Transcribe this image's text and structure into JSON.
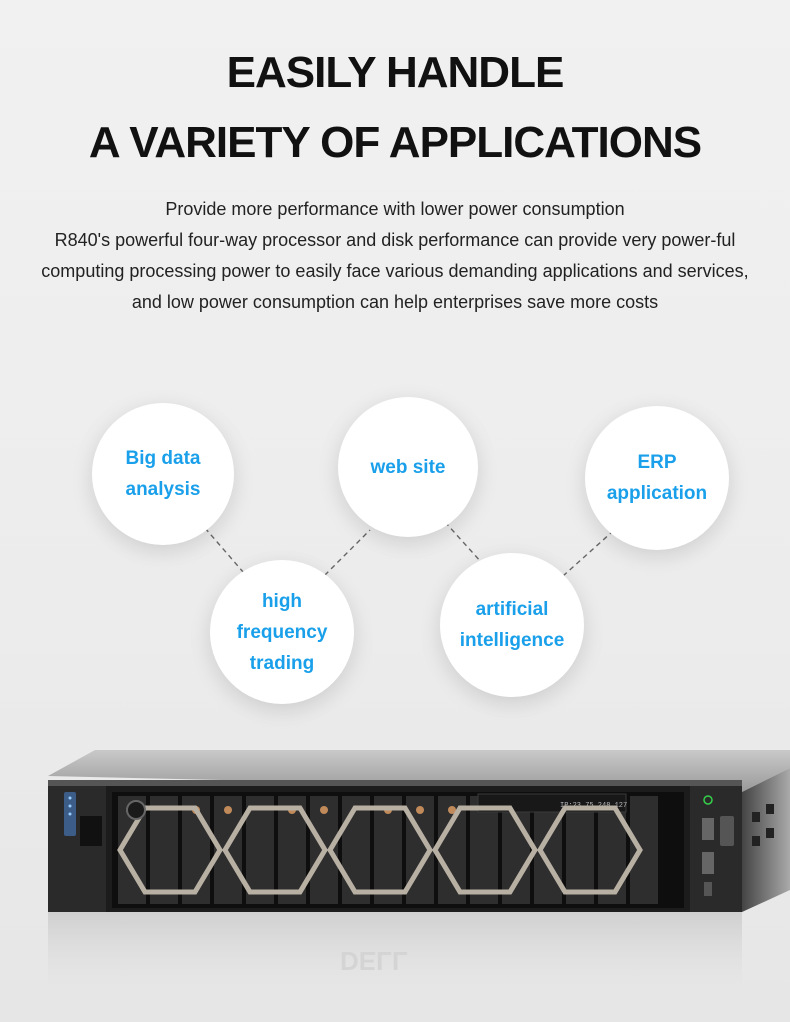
{
  "heading": {
    "line1": "EASILY HANDLE",
    "line2": "A VARIETY OF APPLICATIONS"
  },
  "subtitle": {
    "line1": "Provide more performance with lower power consumption",
    "line2": "R840's powerful four-way processor and disk performance can provide very power-ful computing processing power to easily face various demanding applications and services, and low power consumption can help enterprises save more costs"
  },
  "applications": [
    {
      "label": "Big data\nanalysis"
    },
    {
      "label": "web site"
    },
    {
      "label": "ERP\napplication"
    },
    {
      "label": "high\nfrequency\ntrading"
    },
    {
      "label": "artificial\nintelligence"
    }
  ],
  "server": {
    "lcd_text": "IP:23.75.248.127",
    "brand": "DELL",
    "accent": "#1aa0ea"
  }
}
